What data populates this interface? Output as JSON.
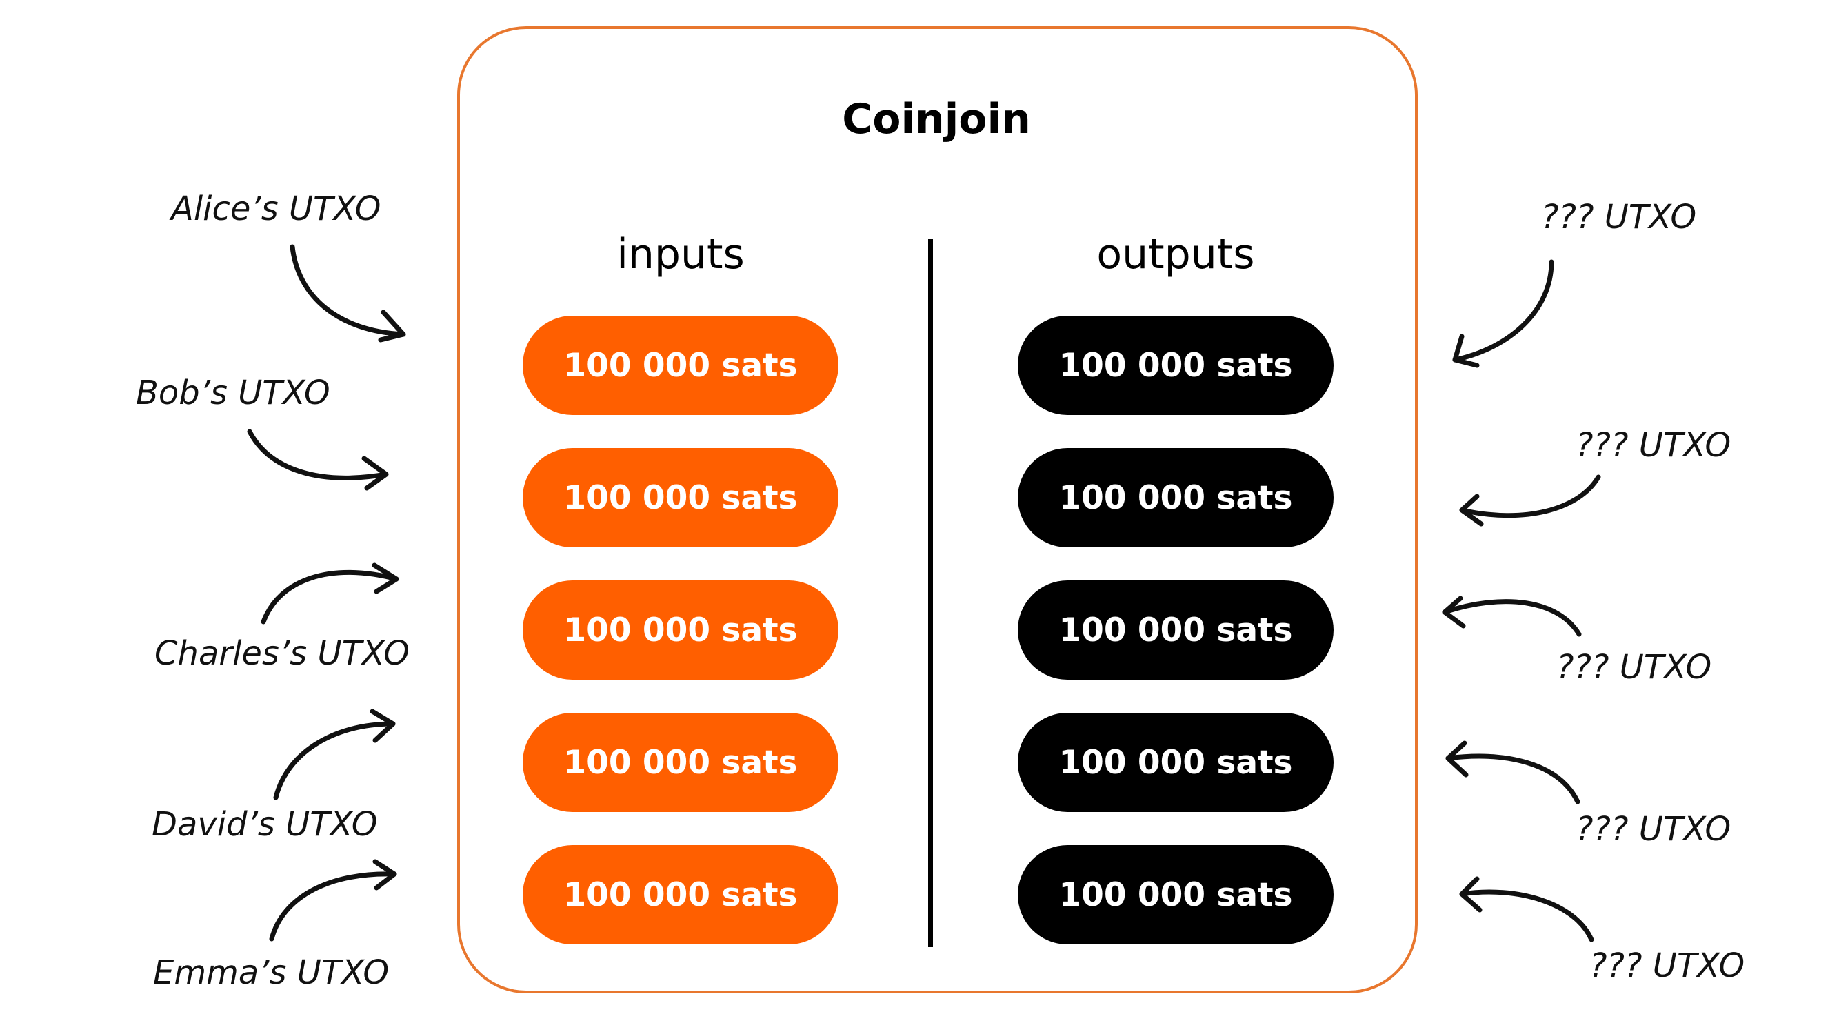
{
  "title": "Coinjoin",
  "inputs_heading": "inputs",
  "outputs_heading": "outputs",
  "inputs": [
    "100 000 sats",
    "100 000 sats",
    "100 000 sats",
    "100 000 sats",
    "100 000 sats"
  ],
  "outputs": [
    "100 000 sats",
    "100 000 sats",
    "100 000 sats",
    "100 000 sats",
    "100 000 sats"
  ],
  "input_labels": [
    "Alice’s UTXO",
    "Bob’s UTXO",
    "Charles’s UTXO",
    "David’s UTXO",
    "Emma’s UTXO"
  ],
  "output_labels": [
    "??? UTXO",
    "??? UTXO",
    "??? UTXO",
    "??? UTXO",
    "??? UTXO"
  ],
  "colors": {
    "accent": "#ff5f00",
    "frame": "#e8772e",
    "output_pill": "#000000"
  }
}
